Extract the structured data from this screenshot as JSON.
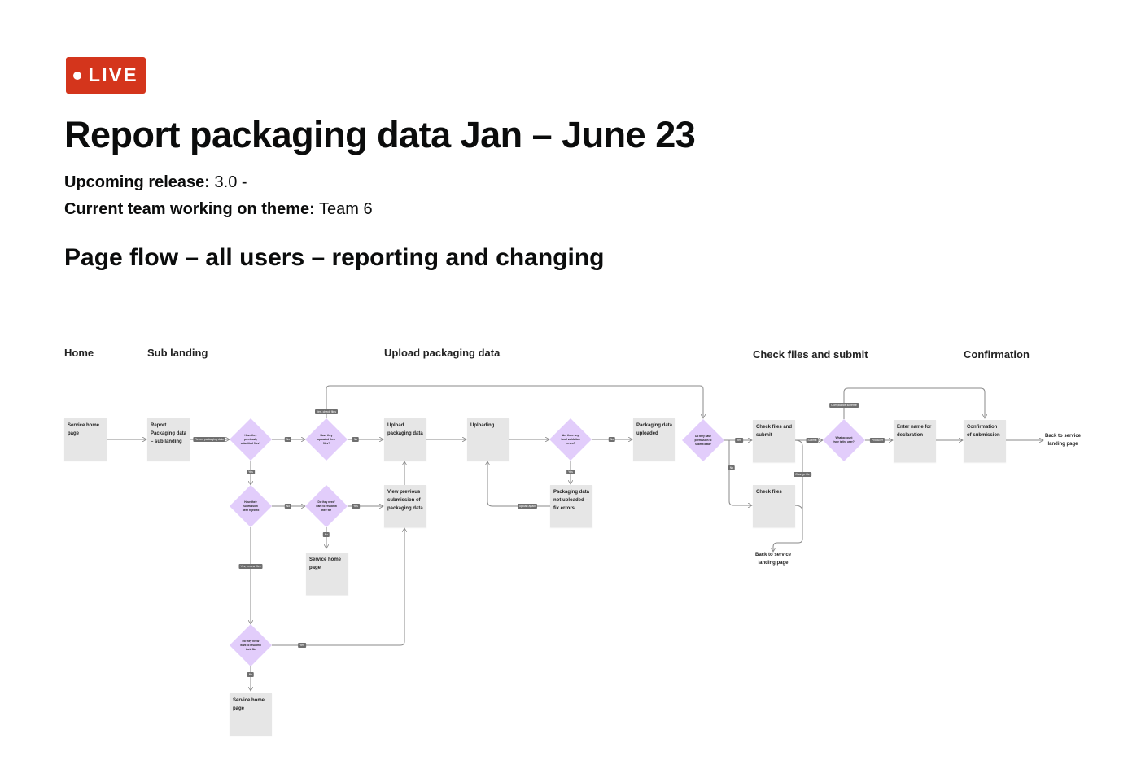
{
  "badge": "LIVE",
  "title": "Report  packaging data Jan – June 23",
  "upcoming_label": "Upcoming release:",
  "upcoming_value": " 3.0 -",
  "team_label": "Current team working on theme:",
  "team_value": " Team 6",
  "subtitle": "Page flow – all users – reporting and changing",
  "columns": [
    "Home",
    "Sub landing",
    "Upload packaging data",
    "Check files and submit",
    "Confirmation"
  ],
  "pages": {
    "service_home_1": "Service home page",
    "report_sub_landing": "Report Packaging data – sub landing",
    "upload_packaging": "Upload packaging data",
    "uploading": "Uploading...",
    "data_uploaded": "Packaging data uploaded",
    "view_previous": "View previous submission of packaging data",
    "not_uploaded": "Packaging data not uploaded – fix errors",
    "service_home_2": "Service home page",
    "service_home_3": "Service home page",
    "check_submit": "Check files and submit",
    "check_files": "Check files",
    "declaration": "Enter name for declaration",
    "confirmation": "Confirmation of submission",
    "back_1": "Back to service landing page",
    "back_2": "Back to service landing page"
  },
  "decisions": {
    "previously_submitted": "Have they previously submitted files?",
    "uploaded": "Have they uploaded their files?",
    "validation": "Are there any local validation errors?",
    "permission": "Do they have permission to submit data?",
    "account_type": "What account type is the user?",
    "rejected": "Have their submission been rejected",
    "resubmit_1": "Do they need/ want to resubmit their file",
    "resubmit_2": "Do they need/ want to resubmit their file"
  },
  "labels": {
    "report": "Report packaging data",
    "no1": "No",
    "yes_check": "Yes, check files",
    "no2": "No",
    "yes1": "Yes",
    "no3": "No",
    "yes2": "Yes",
    "no4": "No",
    "yes_review": "Yes, review files",
    "yes3": "Yes",
    "no5": "No",
    "upload_again": "upload again",
    "no6": "No",
    "yes4": "Yes",
    "yes5": "Yes",
    "no7": "No",
    "submit": "Submit",
    "compliance": "Compliance scheme",
    "producer": "Producer",
    "change": "Change file"
  }
}
